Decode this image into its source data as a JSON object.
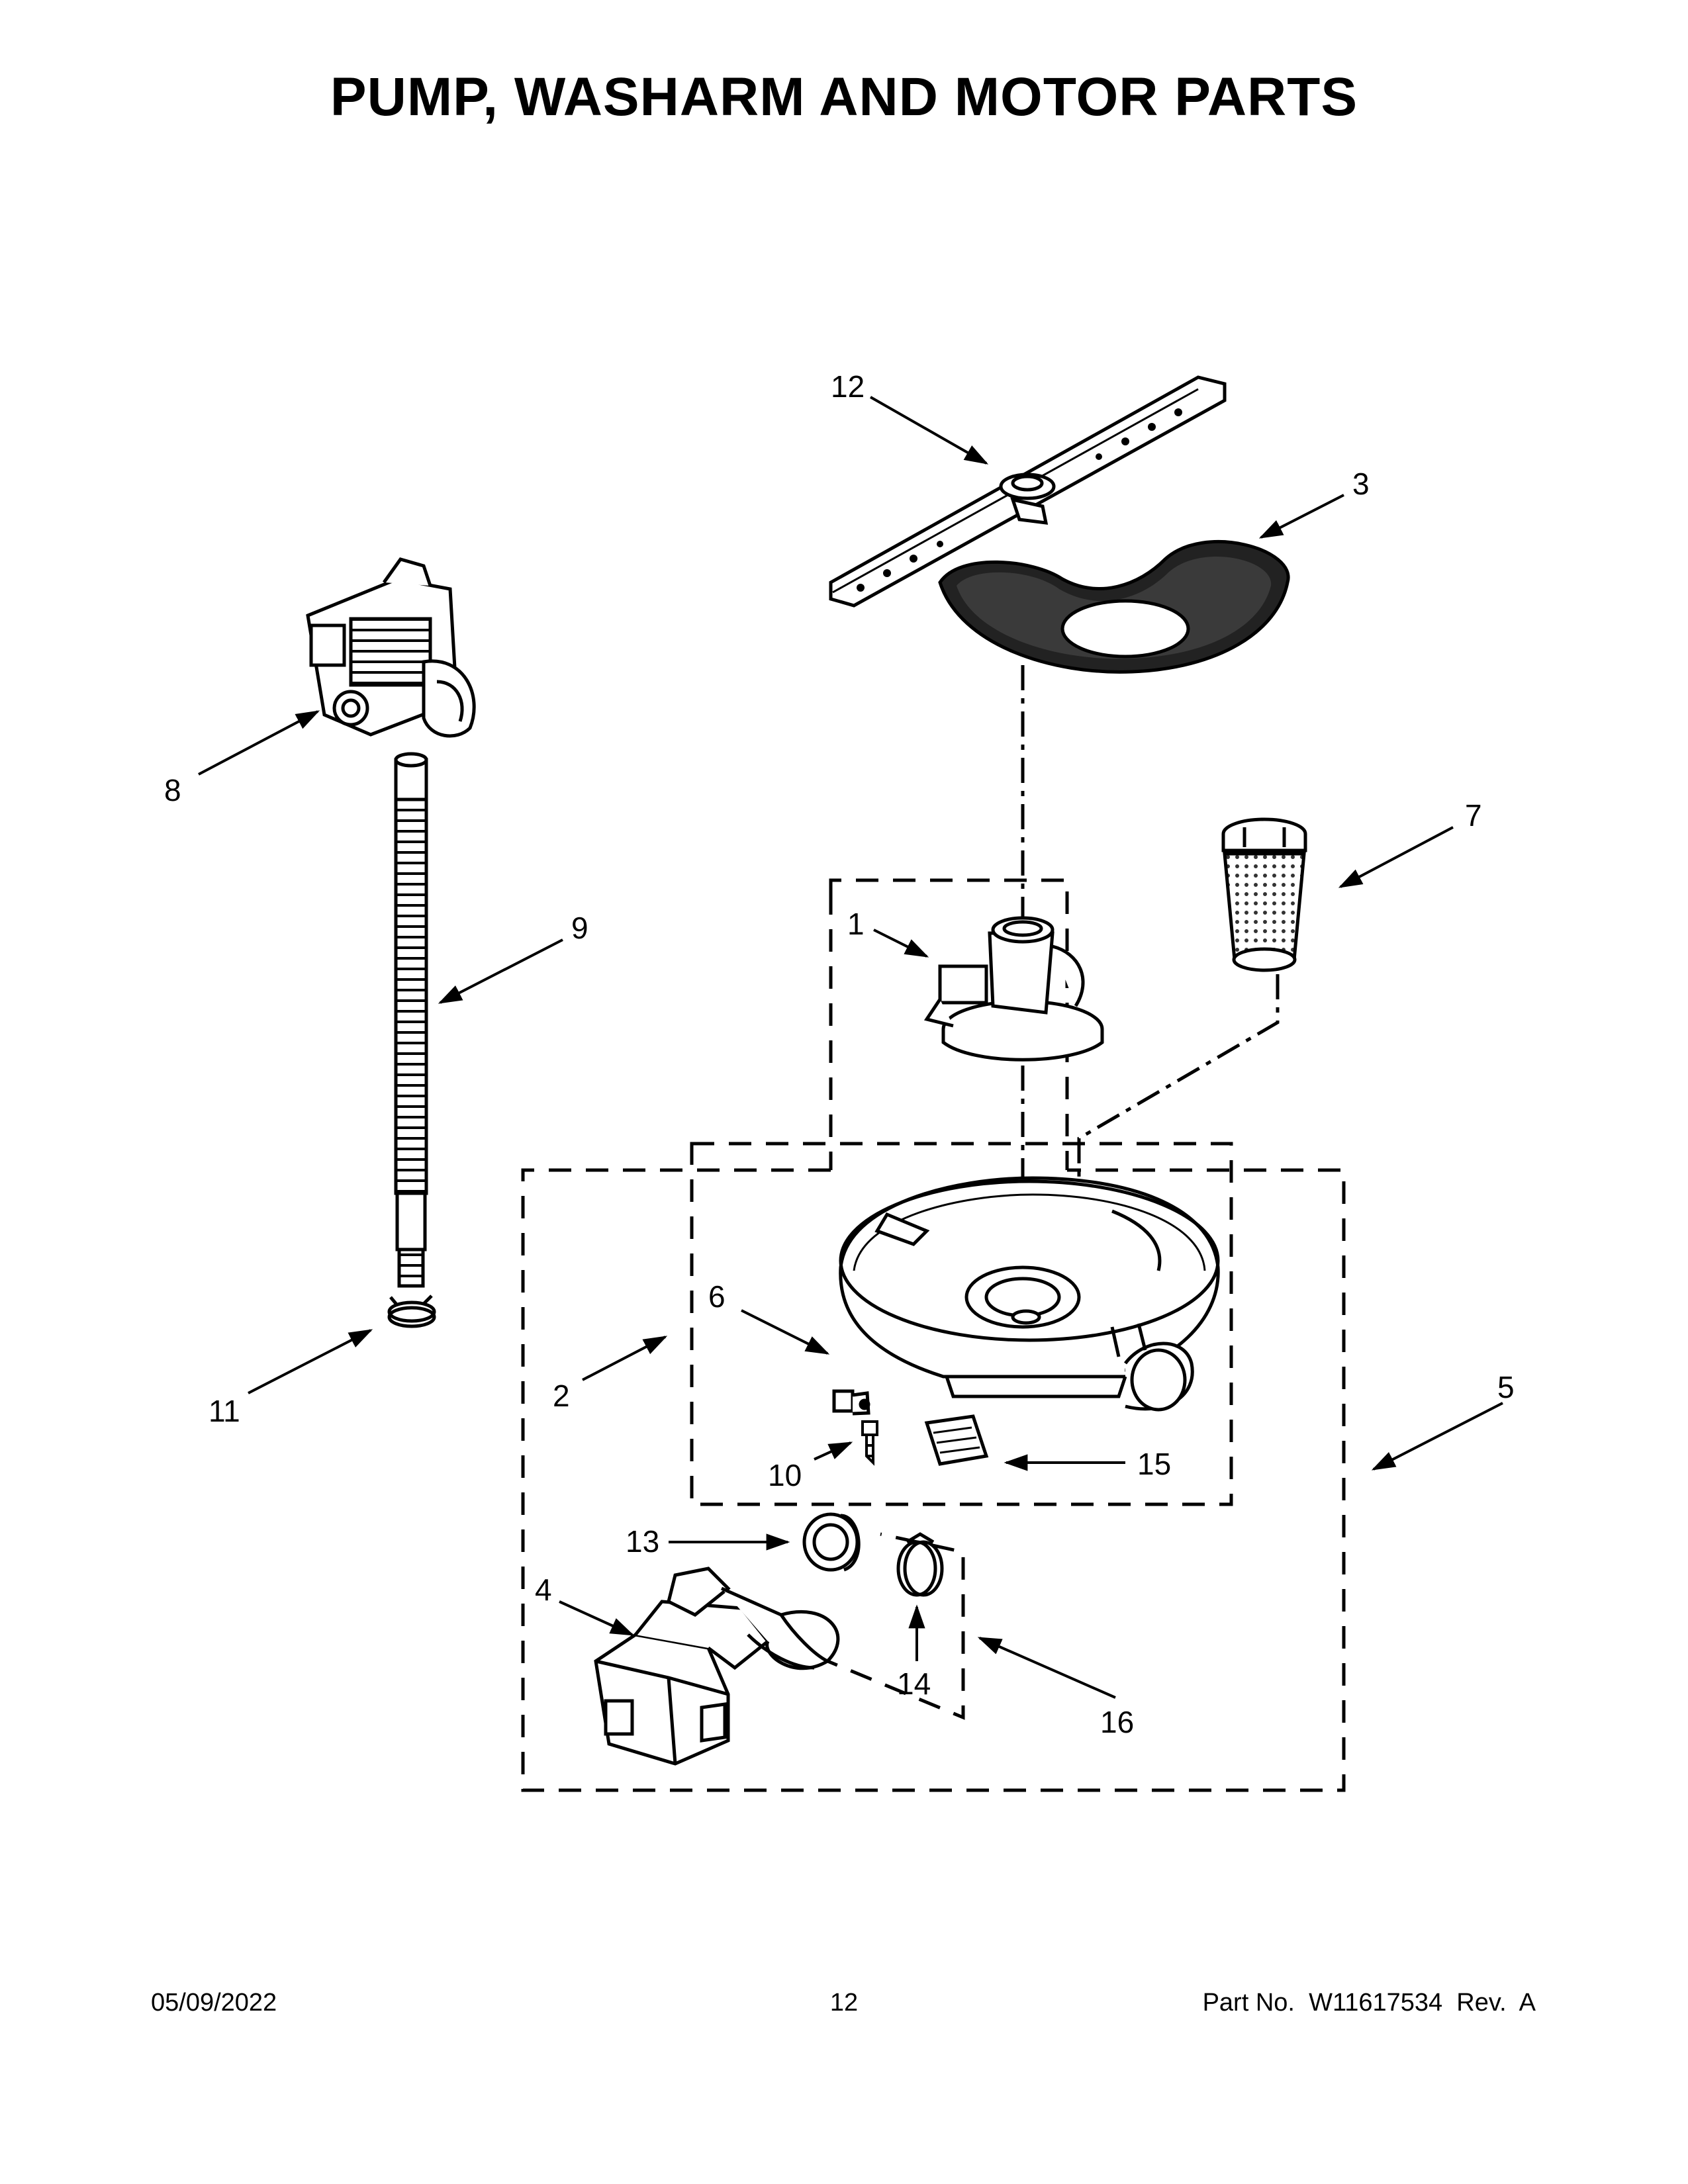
{
  "title": "PUMP, WASHARM AND MOTOR PARTS",
  "footer": {
    "date": "05/09/2022",
    "page": "12",
    "part": "Part No.  W11617534  Rev.  A"
  },
  "callouts": {
    "c1": "1",
    "c2": "2",
    "c3": "3",
    "c4": "4",
    "c5": "5",
    "c6": "6",
    "c7": "7",
    "c8": "8",
    "c9": "9",
    "c10": "10",
    "c11": "11",
    "c12": "12",
    "c13": "13",
    "c14": "14",
    "c15": "15",
    "c16": "16"
  }
}
